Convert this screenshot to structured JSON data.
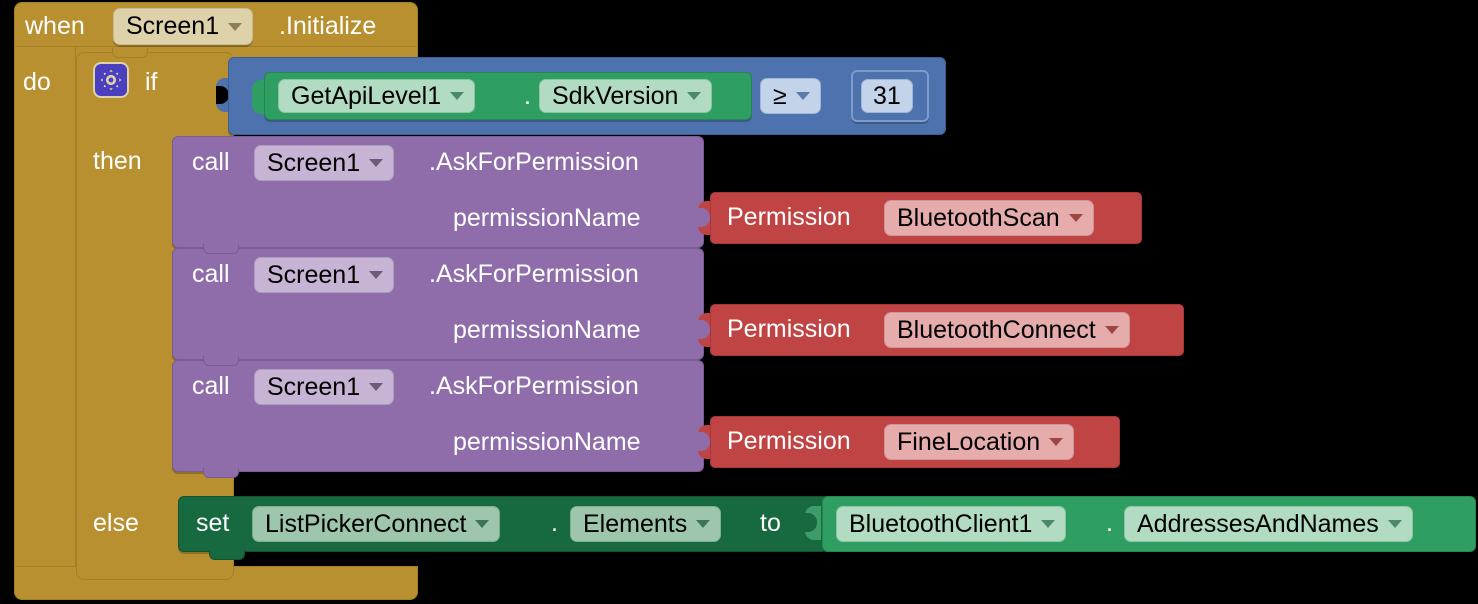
{
  "editor": {
    "name": "mit-app-inventor-blocks-editor",
    "canvas_background": "#000000"
  },
  "colors": {
    "event_block": "#b8902f",
    "control_block": "#b8902f",
    "logic_block": "#4d72ad",
    "getter_block": "#2f9e63",
    "setter_block": "#17693f",
    "method_call_block": "#8f6daa",
    "helper_block": "#c14444",
    "mutator_icon": "#4a3fbf"
  },
  "event_block": {
    "when_label": "when",
    "component": "Screen1",
    "event": ".Initialize",
    "do_label": "do"
  },
  "if_block": {
    "mutator_icon": "gear-icon",
    "if_label": "if",
    "then_label": "then",
    "else_label": "else"
  },
  "condition": {
    "left": {
      "component": "GetApiLevel1",
      "dot": ".",
      "property": "SdkVersion"
    },
    "operator": "≥",
    "right_value": "31"
  },
  "then_statements": [
    {
      "call_label": "call",
      "component": "Screen1",
      "method": ".AskForPermission",
      "arg_label": "permissionName",
      "arg_block": {
        "helper_label": "Permission",
        "value": "BluetoothScan"
      }
    },
    {
      "call_label": "call",
      "component": "Screen1",
      "method": ".AskForPermission",
      "arg_label": "permissionName",
      "arg_block": {
        "helper_label": "Permission",
        "value": "BluetoothConnect"
      }
    },
    {
      "call_label": "call",
      "component": "Screen1",
      "method": ".AskForPermission",
      "arg_label": "permissionName",
      "arg_block": {
        "helper_label": "Permission",
        "value": "FineLocation"
      }
    }
  ],
  "else_statement": {
    "set_label": "set",
    "component": "ListPickerConnect",
    "dot": ".",
    "property": "Elements",
    "to_label": "to",
    "value_block": {
      "component": "BluetoothClient1",
      "dot": ".",
      "property": "AddressesAndNames"
    }
  }
}
